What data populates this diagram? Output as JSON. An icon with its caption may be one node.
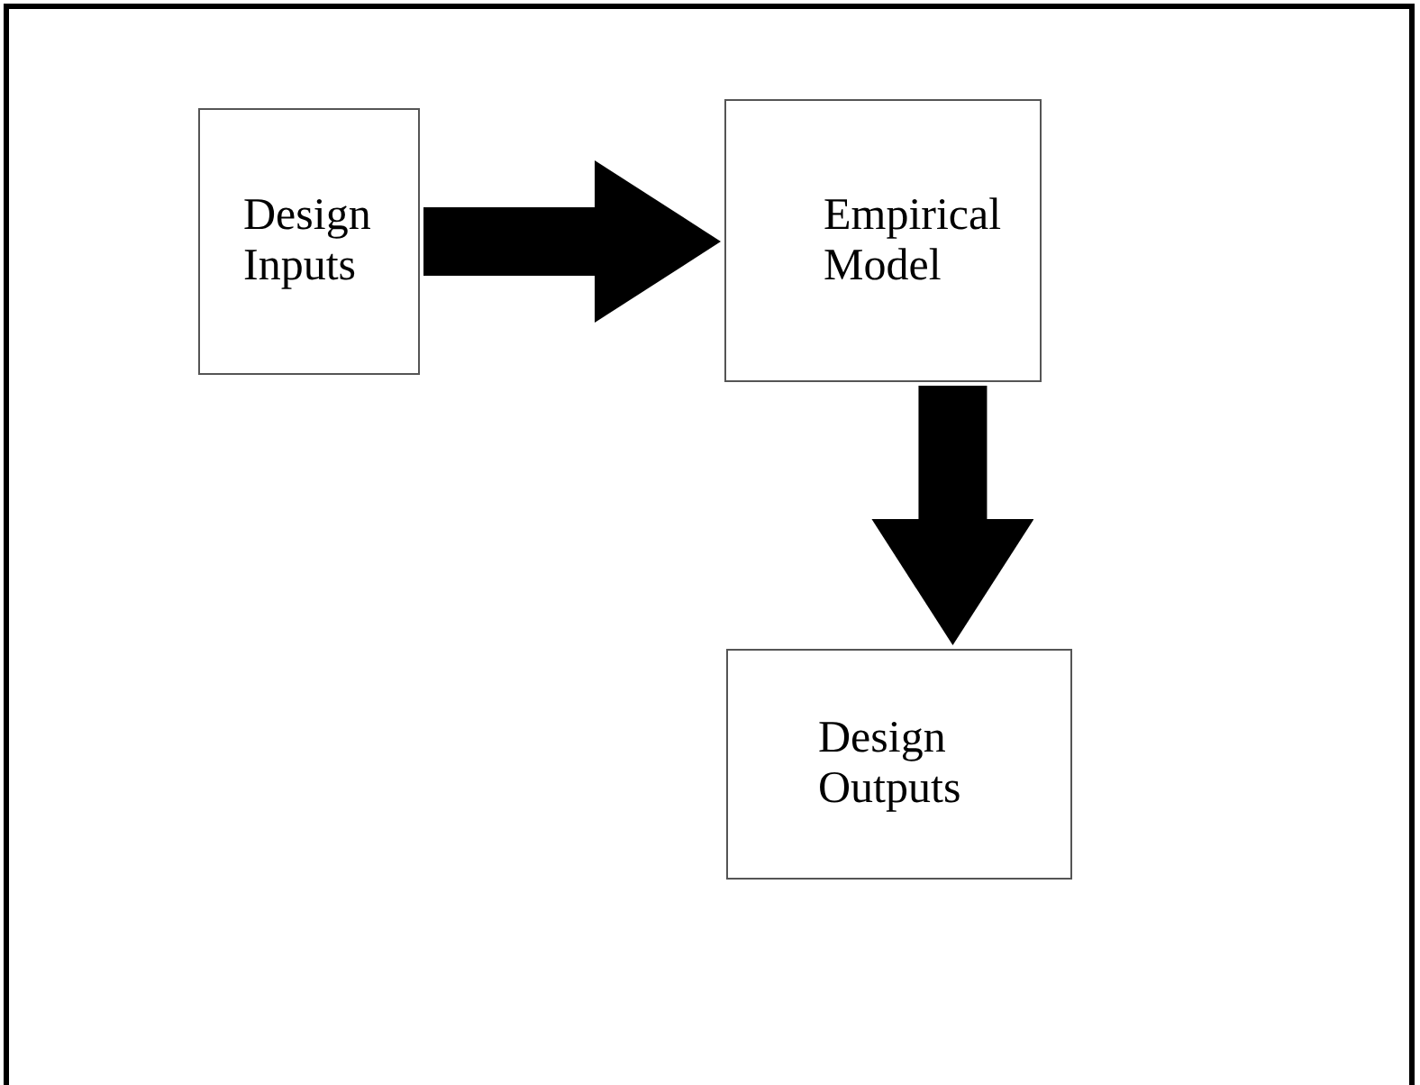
{
  "diagram": {
    "nodes": [
      {
        "text": [
          "Design Inputs"
        ]
      },
      {
        "text": [
          "Empirical Model"
        ]
      },
      {
        "text": [
          "Design Outputs"
        ]
      }
    ],
    "edges": [
      {
        "from": 0,
        "to": 1,
        "arrow": "to"
      },
      {
        "from": 1,
        "to": 2,
        "arrow": "to"
      }
    ]
  }
}
